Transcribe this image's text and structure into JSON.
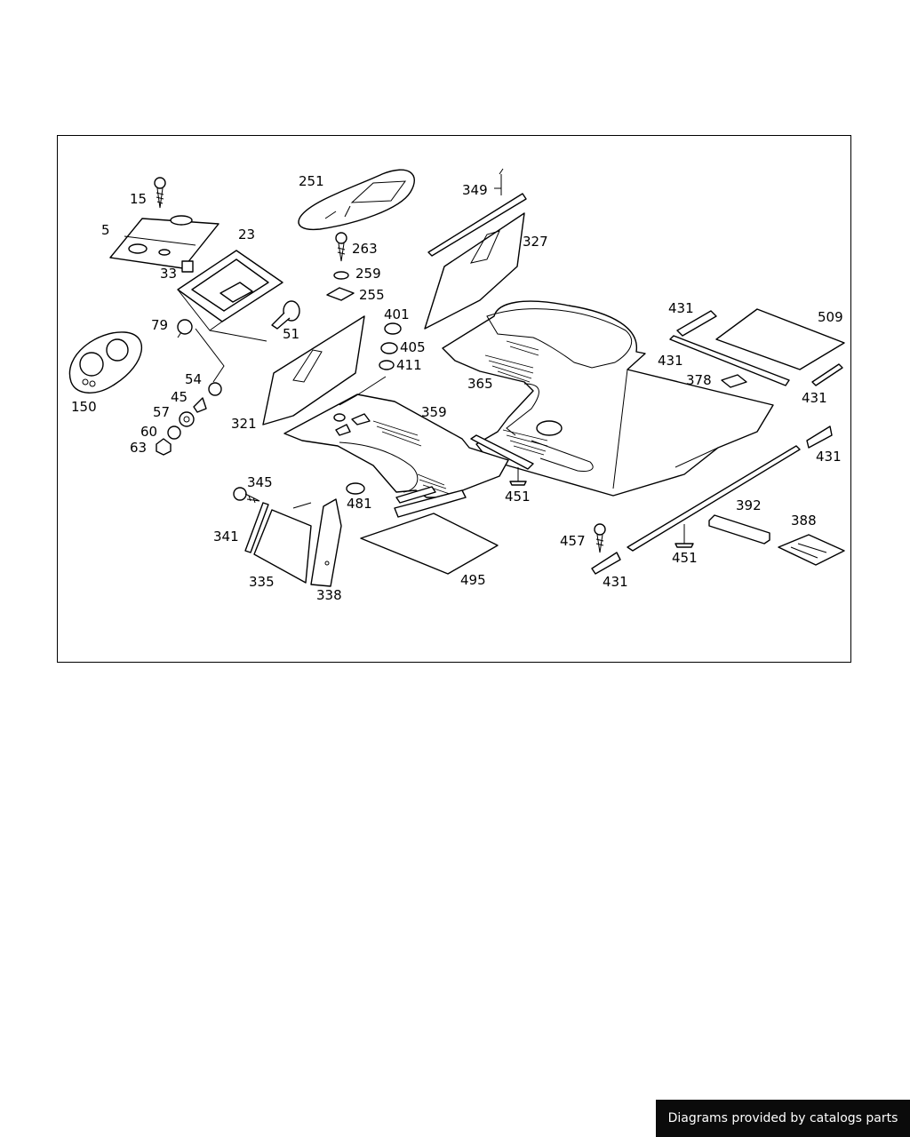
{
  "diagram": {
    "callouts": {
      "c15": "15",
      "c5": "5",
      "c23": "23",
      "c33": "33",
      "c79": "79",
      "c51": "51",
      "c150": "150",
      "c54": "54",
      "c45": "45",
      "c57": "57",
      "c60": "60",
      "c63": "63",
      "c251": "251",
      "c263": "263",
      "c259": "259",
      "c255": "255",
      "c401": "401",
      "c405": "405",
      "c411": "411",
      "c321": "321",
      "c359": "359",
      "c349": "349",
      "c327": "327",
      "c365": "365",
      "c431a": "431",
      "c431b": "431",
      "c431c": "431",
      "c431d": "431",
      "c431e": "431",
      "c509": "509",
      "c378": "378",
      "c345": "345",
      "c481": "481",
      "c451a": "451",
      "c451b": "451",
      "c341": "341",
      "c335": "335",
      "c338": "338",
      "c495": "495",
      "c457": "457",
      "c392": "392",
      "c388": "388"
    }
  },
  "footer": {
    "credit": "Diagrams provided by catalogs parts"
  }
}
